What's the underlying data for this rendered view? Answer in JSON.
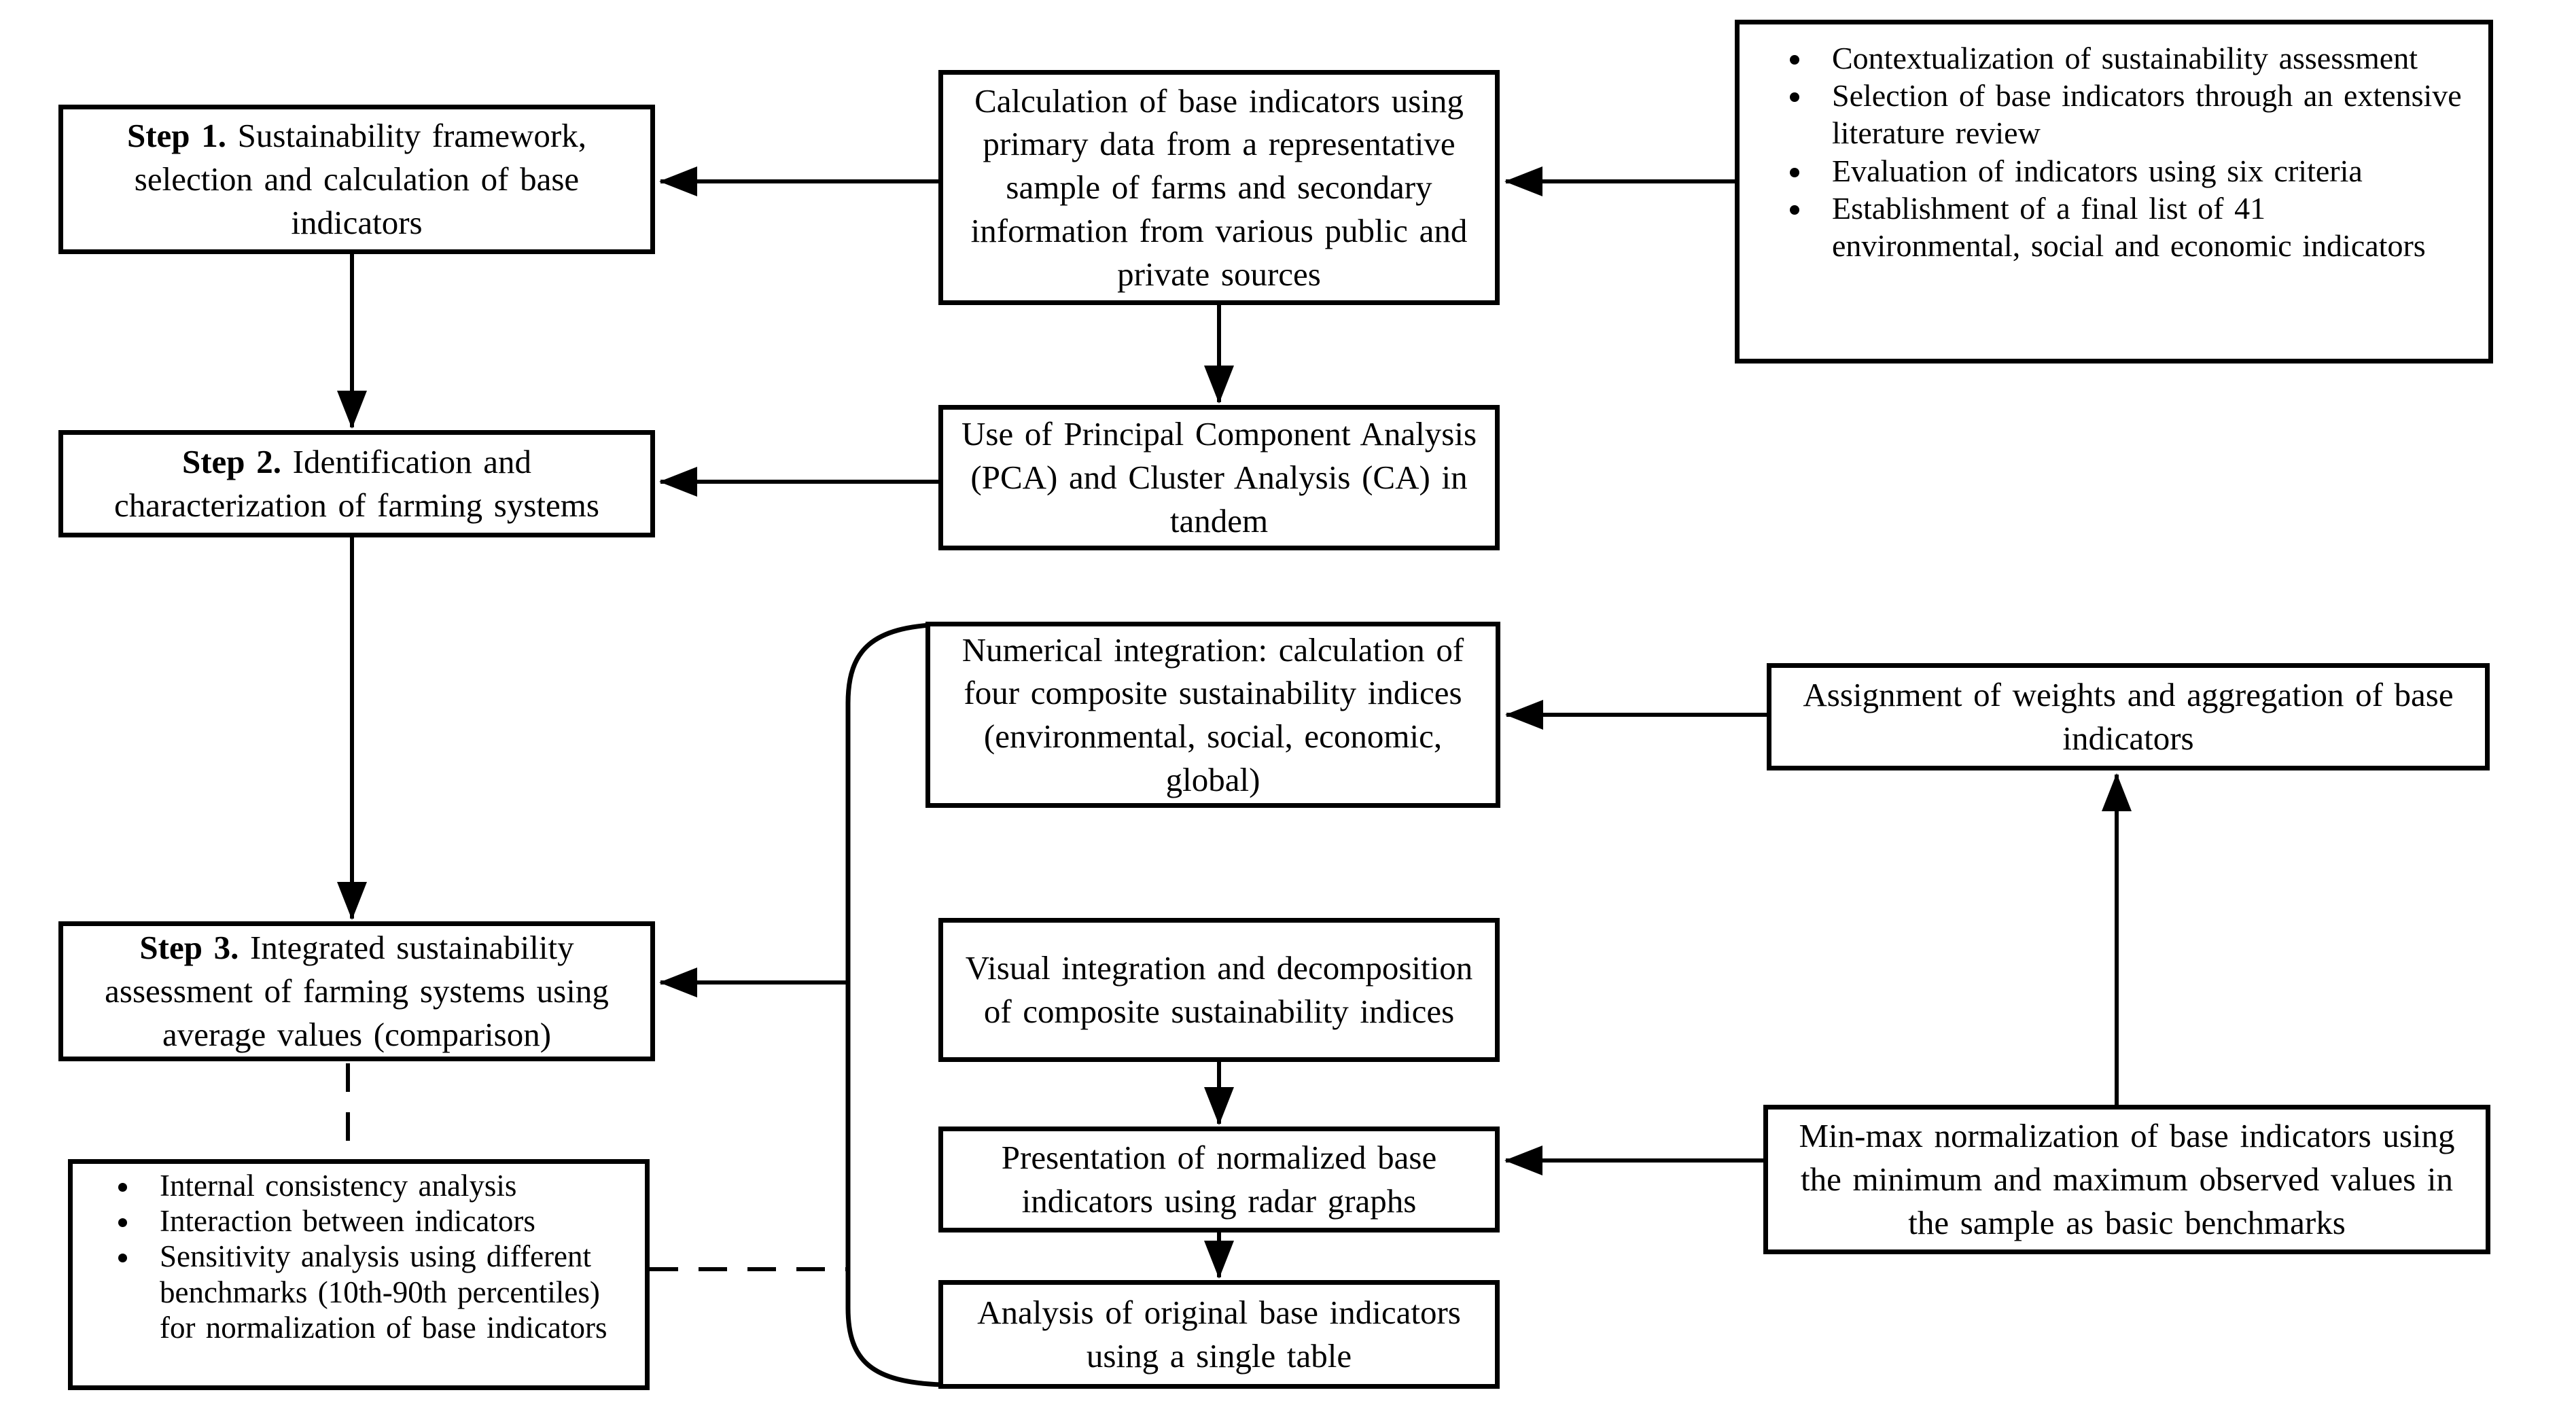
{
  "diagram": {
    "colors": {
      "line": "#000000",
      "background": "#ffffff",
      "text": "#000000"
    },
    "boxes": {
      "step1": {
        "bold": "Step 1.",
        "text": " Sustainability framework, selection and calculation of base indicators"
      },
      "calc": {
        "text": "Calculation of base indicators using primary data from a representative sample of farms and secondary information from various public and private sources"
      },
      "context": {
        "items": [
          "Contextualization of sustainability assessment",
          "Selection of base indicators through an extensive literature review",
          "Evaluation of indicators using six criteria",
          "Establishment of a final list of 41 environmental, social and economic indicators"
        ]
      },
      "step2": {
        "bold": "Step 2.",
        "text": " Identification and characterization of farming systems"
      },
      "pca": {
        "text": "Use of Principal Component Analysis (PCA) and Cluster Analysis (CA) in tandem"
      },
      "numerical": {
        "text": "Numerical integration: calculation of four composite sustainability indices (environmental, social, economic, global)"
      },
      "assignment": {
        "text": "Assignment of weights and aggregation of base indicators"
      },
      "step3": {
        "bold": "Step 3.",
        "text": " Integrated sustainability assessment of farming systems using average values (comparison)"
      },
      "visual": {
        "text": "Visual integration and decomposition of composite sustainability indices"
      },
      "presentation": {
        "text": "Presentation of normalized base indicators using radar graphs"
      },
      "minmax": {
        "text": "Min-max normalization of base indicators using the minimum and maximum observed values in the sample as basic benchmarks"
      },
      "analysis": {
        "text": "Analysis of original base indicators using a single table"
      },
      "sensitivity": {
        "items": [
          "Internal consistency analysis",
          "Interaction between indicators",
          "Sensitivity analysis using different benchmarks (10th-90th percentiles) for normalization of base indicators"
        ]
      }
    }
  }
}
